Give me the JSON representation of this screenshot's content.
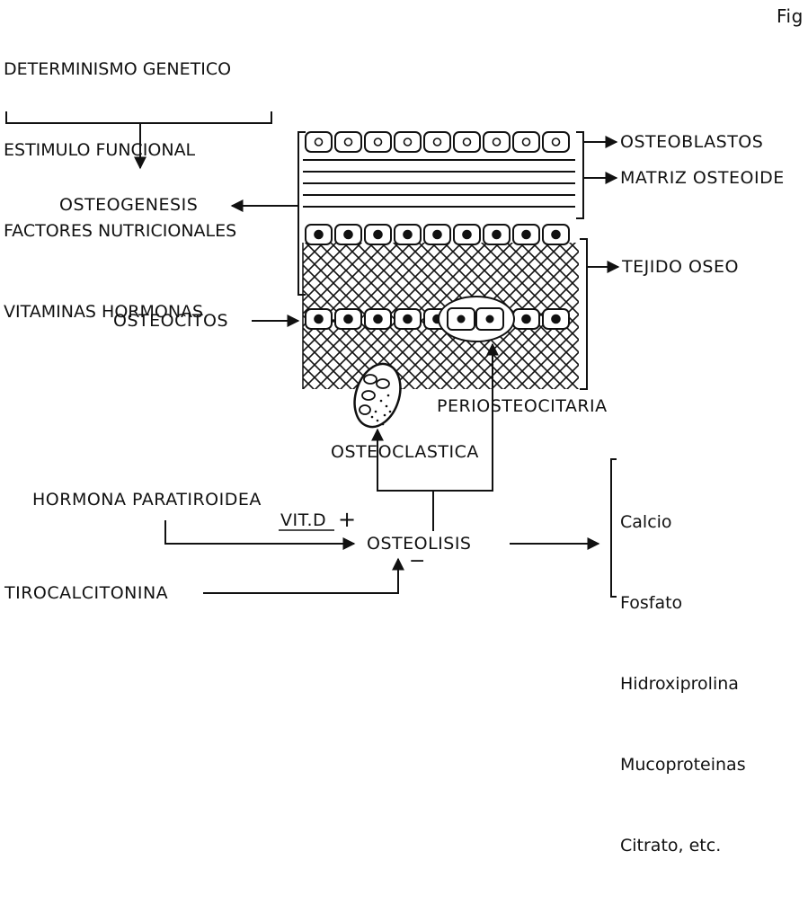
{
  "figure_label": "Fig",
  "influences": [
    "DETERMINISMO GENETICO",
    "ESTIMULO FUNCIONAL",
    "FACTORES NUTRICIONALES",
    "VITAMINAS HORMONAS"
  ],
  "labels": {
    "osteogenesis": "OSTEOGENESIS",
    "osteoblastos": "OSTEOBLASTOS",
    "matriz": "MATRIZ OSTEOIDE",
    "tejido": "TEJIDO OSEO",
    "osteocitos": "OSTEOCITOS",
    "periosteocitaria": "PERIOSTEOCITARIA",
    "osteoclastica": "OSTEOCLASTICA",
    "paratiroidea": "HORMONA PARATIROIDEA",
    "vitd": "VIT.D",
    "plus": "+",
    "minus": "−",
    "osteolisis": "OSTEOLISIS",
    "tirocalcitonina": "TIROCALCITONINA"
  },
  "products": [
    "Calcio",
    "Fosfato",
    "Hidroxiprolina",
    "Mucoproteinas",
    "Citrato, etc."
  ],
  "colors": {
    "ink": "#111111",
    "paper": "#ffffff"
  }
}
